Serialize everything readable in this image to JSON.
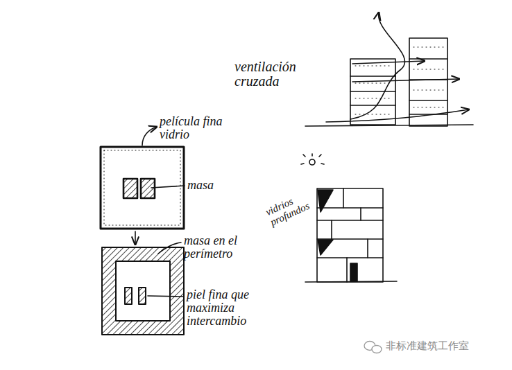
{
  "diagram": {
    "labels": [
      "ventilación cruzada",
      "película fina vidrio",
      "masa",
      "masa en el perímetro",
      "piel fina que maximiza intercambio",
      "vidrios profundos",
      "非标准建筑工作室"
    ]
  }
}
